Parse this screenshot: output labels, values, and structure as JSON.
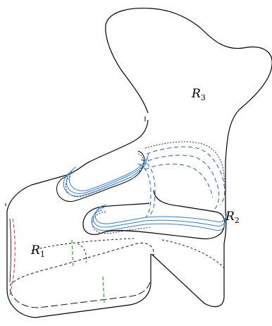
{
  "regions": [
    {
      "id": "r1",
      "letter": "R",
      "index": "1"
    },
    {
      "id": "r2",
      "letter": "R",
      "index": "2"
    },
    {
      "id": "r3",
      "letter": "R",
      "index": "3"
    }
  ],
  "colors": {
    "outline": "#000000",
    "blue_bands": "#2f7fd6",
    "blue_dashed": "#2a5f9a",
    "red_dashed": "#d03030",
    "green_dashed": "#3a9a3a"
  }
}
